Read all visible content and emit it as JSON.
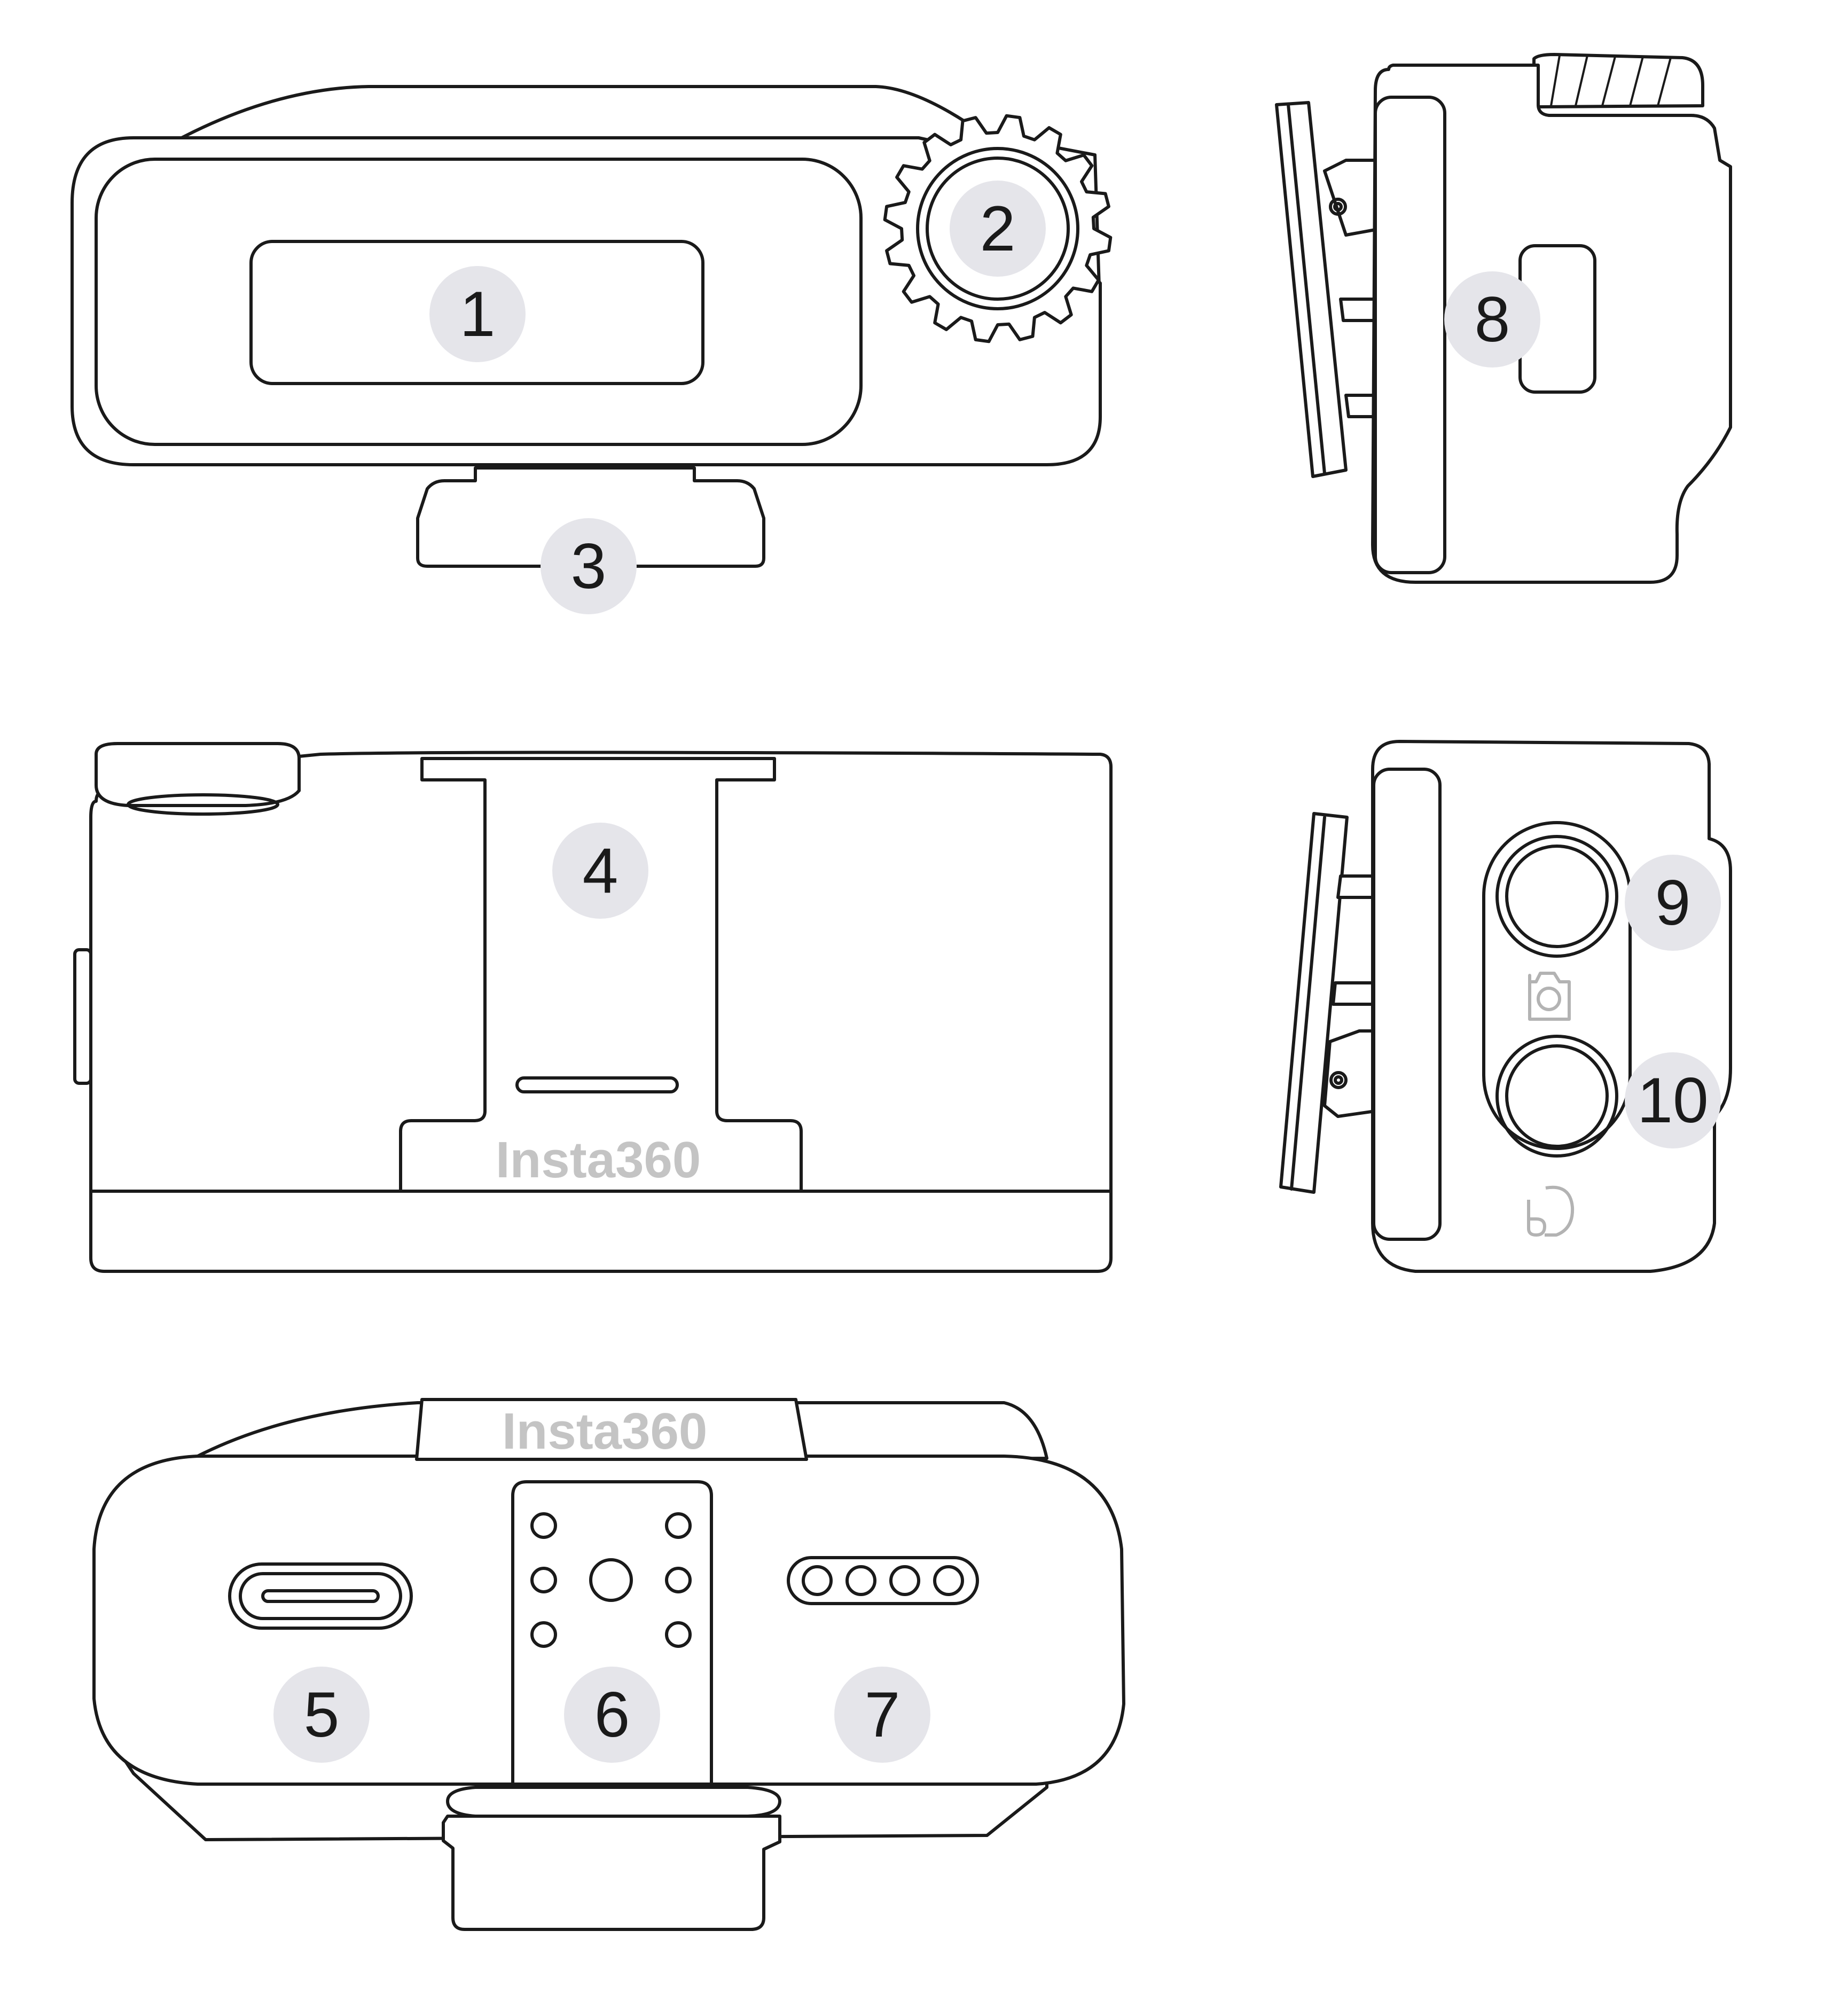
{
  "diagram": {
    "brand_logo_text": "Insta360",
    "callouts": [
      {
        "id": "1",
        "label": "1"
      },
      {
        "id": "2",
        "label": "2"
      },
      {
        "id": "3",
        "label": "3"
      },
      {
        "id": "4",
        "label": "4"
      },
      {
        "id": "5",
        "label": "5"
      },
      {
        "id": "6",
        "label": "6"
      },
      {
        "id": "7",
        "label": "7"
      },
      {
        "id": "8",
        "label": "8"
      },
      {
        "id": "9",
        "label": "9"
      },
      {
        "id": "10",
        "label": "10"
      }
    ],
    "icons": [
      "camera-icon",
      "loop-icon"
    ],
    "colors": {
      "outline": "#1a1a1a",
      "badge": "#e5e5ea",
      "logo": "#c4c4c4"
    }
  }
}
